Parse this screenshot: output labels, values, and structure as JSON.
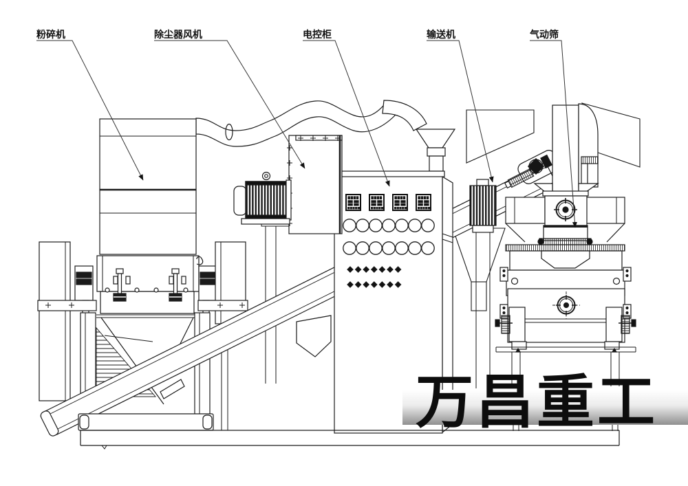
{
  "diagram": {
    "title": "recycling-line-side-view",
    "background_color": "#ffffff",
    "line_color": "#1a1a1a"
  },
  "annotations": [
    {
      "label": "粉碎机",
      "part": "crusher"
    },
    {
      "label": "除尘器风机",
      "part": "dust-collector-fan"
    },
    {
      "label": "电控柜",
      "part": "control-cabinet"
    },
    {
      "label": "输送机",
      "part": "conveyor"
    },
    {
      "label": "气动筛",
      "part": "pneumatic-sieve"
    }
  ],
  "watermark": {
    "text": "万昌重工"
  },
  "control_cabinet": {
    "meters": {
      "count": 4
    },
    "indicator_lights": {
      "rows": 2,
      "per_row": 7
    },
    "diamond_buttons": {
      "rows": 2,
      "per_row": 7
    }
  }
}
